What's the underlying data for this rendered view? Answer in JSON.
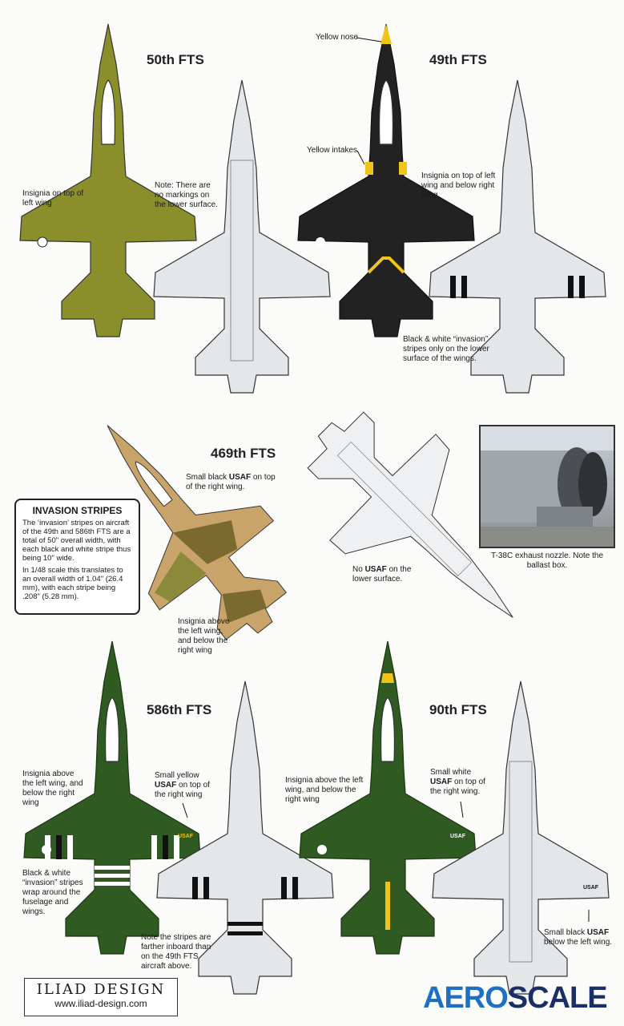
{
  "squadrons": {
    "s50": {
      "title": "50th FTS",
      "note_insignia": "Insignia on top of left wing",
      "note_lower": "Note: There are no markings on the lower surface."
    },
    "s49": {
      "title": "49th FTS",
      "note_nose": "Yellow nose",
      "note_intakes": "Yellow intakes",
      "note_insignia": "Insignia on top of left wing and below right wing",
      "note_stripes": "Black & white “invasion” stripes only on the lower surface of the wings."
    },
    "s469": {
      "title": "469th FTS",
      "note_usaf_pre": "Small black ",
      "note_usaf_bold": "USAF",
      "note_usaf_post": " on top of the right wing.",
      "note_insignia": "Insignia above the left wing, and below the right wing",
      "note_lower_pre": "No ",
      "note_lower_bold": "USAF",
      "note_lower_post": " on the lower surface."
    },
    "s586": {
      "title": "586th FTS",
      "note_insignia": "Insignia above the left wing, and below the right wing",
      "note_usaf_pre": "Small yellow ",
      "note_usaf_bold": "USAF",
      "note_usaf_post": " on top of the right wing",
      "note_stripes": "Black & white “invasion” stripes wrap around the fuselage and wings.",
      "note_inboard": "Note the stripes are farther inboard than on the 49th FTS aircraft above."
    },
    "s90": {
      "title": "90th FTS",
      "note_insignia": "Insignia above the left wing, and below the right wing",
      "note_usaf_pre": "Small white ",
      "note_usaf_bold": "USAF",
      "note_usaf_post": " on top of the right wing.",
      "note_below_pre": "Small black ",
      "note_below_bold": "USAF",
      "note_below_post": " below the left wing."
    }
  },
  "invasion_box": {
    "title": "INVASION STRIPES",
    "p1": "The ‘invasion’ stripes on aircraft of the 49th and 586th FTS are a total of 50\" overall width, with each black and white stripe thus being 10\" wide.",
    "p2": "In 1/48 scale this translates to an overall width of 1.04\" (26.4 mm), with each stripe being .208\" (5.28 mm)."
  },
  "photo": {
    "caption": "T-38C exhaust nozzle. Note the ballast box."
  },
  "brand": {
    "name": "ILIAD DESIGN",
    "url": "www.iliad-design.com",
    "aero_a": "AERO",
    "aero_b": "SCALE"
  },
  "aircraft_marks": {
    "usaf": "USAF"
  },
  "colors": {
    "olive": "#8a8f2c",
    "black": "#222222",
    "green": "#2f5a22",
    "gray": "#e3e7ea",
    "yellow": "#f0c419",
    "tan": "#c9a46a",
    "brown": "#7a6a30"
  }
}
